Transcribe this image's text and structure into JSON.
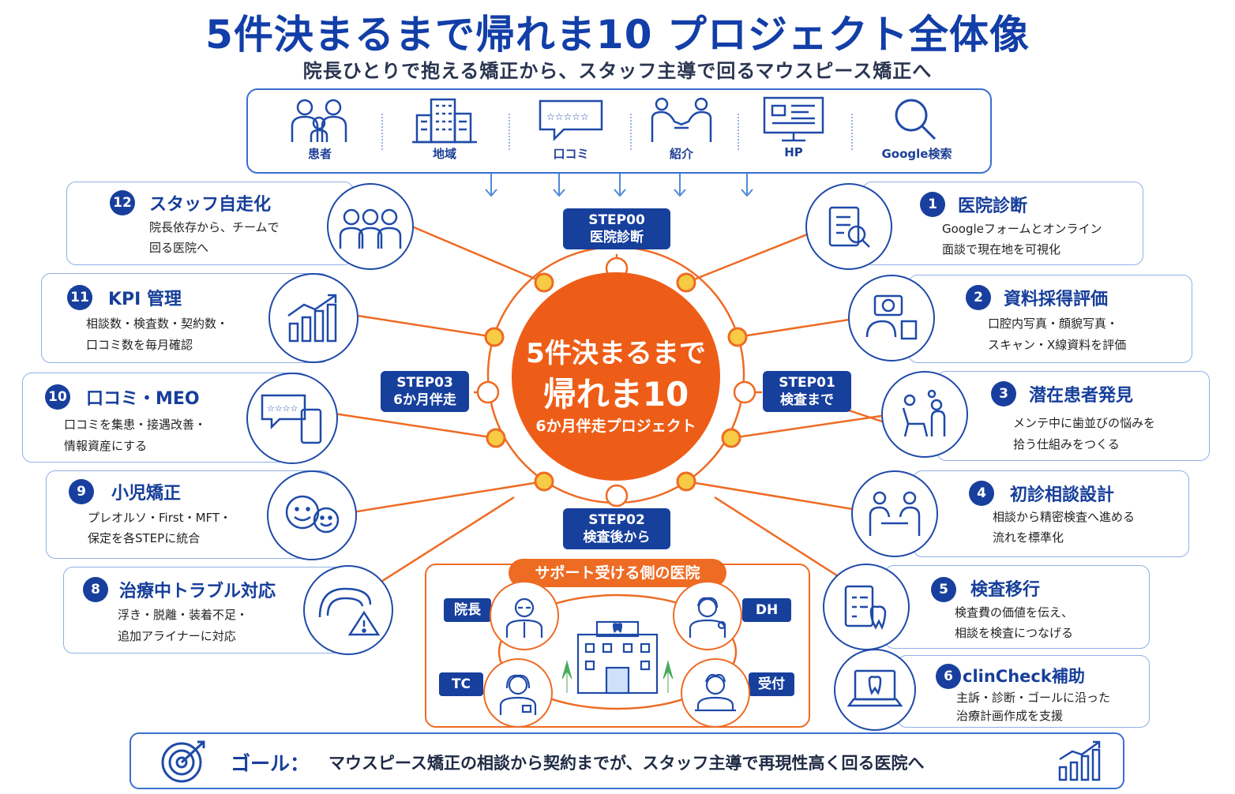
{
  "title": "5件決まるまで帰れま10 プロジェクト全体像",
  "subtitle": "院長ひとりで抱える矯正から、スタッフ主導で回るマウスピース矯正へ",
  "sources": [
    {
      "label": "患者",
      "icon": "family-icon"
    },
    {
      "label": "地域",
      "icon": "buildings-icon"
    },
    {
      "label": "口コミ",
      "icon": "review-bubble-icon"
    },
    {
      "label": "紹介",
      "icon": "handshake-icon"
    },
    {
      "label": "HP",
      "icon": "monitor-icon"
    },
    {
      "label": "Google検索",
      "icon": "magnifier-icon"
    }
  ],
  "center": {
    "line1": "5件決まるまで",
    "line2": "帰れま10",
    "line3": "6か月伴走プロジェクト"
  },
  "steps": {
    "step00": {
      "code": "STEP00",
      "name": "医院診断"
    },
    "step01": {
      "code": "STEP01",
      "name": "検査まで"
    },
    "step02": {
      "code": "STEP02",
      "name": "検査後から"
    },
    "step03": {
      "code": "STEP03",
      "name": "6か月伴走"
    }
  },
  "items": [
    {
      "num": "1",
      "title": "医院診断",
      "desc1": "Googleフォームとオンライン",
      "desc2": "面談で現在地を可視化",
      "icon": "checklist-magnifier-icon"
    },
    {
      "num": "2",
      "title": "資料採得評価",
      "desc1": "口腔内写真・顔貌写真・",
      "desc2": "スキャン・X線資料を評価",
      "icon": "camera-teeth-icon"
    },
    {
      "num": "3",
      "title": "潜在患者発見",
      "desc1": "メンテ中に歯並びの悩みを",
      "desc2": "拾う仕組みをつくる",
      "icon": "dental-chair-icon"
    },
    {
      "num": "4",
      "title": "初診相談設計",
      "desc1": "相談から精密検査へ進める",
      "desc2": "流れを標準化",
      "icon": "consultation-icon"
    },
    {
      "num": "5",
      "title": "検査移行",
      "desc1": "検査費の価値を伝え、",
      "desc2": "相談を検査につなげる",
      "icon": "clipboard-tooth-icon"
    },
    {
      "num": "6",
      "title": "clinCheck補助",
      "desc1": "主訴・診断・ゴールに沿った",
      "desc2": "治療計画作成を支援",
      "icon": "laptop-tooth-icon"
    },
    {
      "num": "8",
      "title": "治療中トラブル対応",
      "desc1": "浮き・脱離・装着不足・",
      "desc2": "追加アライナーに対応",
      "icon": "aligner-warning-icon"
    },
    {
      "num": "9",
      "title": "小児矯正",
      "desc1": "プレオルソ・First・MFT・",
      "desc2": "保定を各STEPに統合",
      "icon": "children-icon"
    },
    {
      "num": "10",
      "title": "口コミ・MEO",
      "desc1": "口コミを集患・接遇改善・",
      "desc2": "情報資産にする",
      "icon": "review-phone-icon"
    },
    {
      "num": "11",
      "title": "KPI 管理",
      "desc1": "相談数・検査数・契約数・",
      "desc2": "口コミ数を毎月確認",
      "icon": "growth-chart-icon"
    },
    {
      "num": "12",
      "title": "スタッフ自走化",
      "desc1": "院長依存から、チームで",
      "desc2": "回る医院へ",
      "icon": "staff-team-icon"
    }
  ],
  "support": {
    "title": "サポート受ける側の医院",
    "roles": {
      "director": "院長",
      "dh": "DH",
      "tc": "TC",
      "reception": "受付"
    }
  },
  "goal": {
    "label": "ゴール：",
    "text": "マウスピース矯正の相談から契約までが、スタッフ主導で再現性高く回る医院へ"
  },
  "colors": {
    "brand_blue": "#173f9c",
    "accent_orange": "#ee6b23",
    "node_yellow": "#f7cb45"
  }
}
